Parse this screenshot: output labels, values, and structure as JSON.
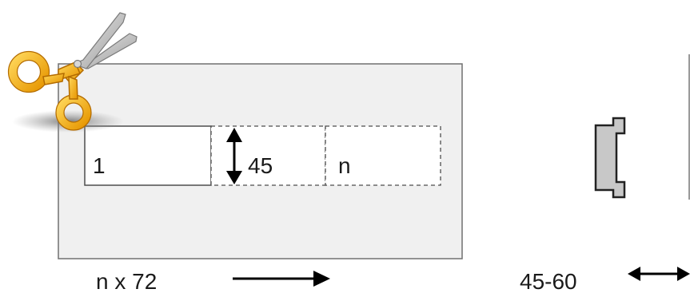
{
  "diagram": {
    "segment_first_label": "1",
    "segment_height_label": "45",
    "segment_last_label": "n",
    "panel_length_label": "n x 72",
    "profile_width_label": "45-60"
  },
  "icons": {
    "scissors": "scissors-icon",
    "rail_profile": "din-rail-profile-icon"
  },
  "colors": {
    "panel_fill": "#f0f0f0",
    "panel_stroke": "#707070",
    "segment_fill": "#ffffff",
    "line": "#4d4d4d",
    "arrow": "#000000",
    "scissors_handle": "#f2a900",
    "scissors_blade": "#b4b4b4",
    "profile_fill": "#c8c8c8"
  }
}
